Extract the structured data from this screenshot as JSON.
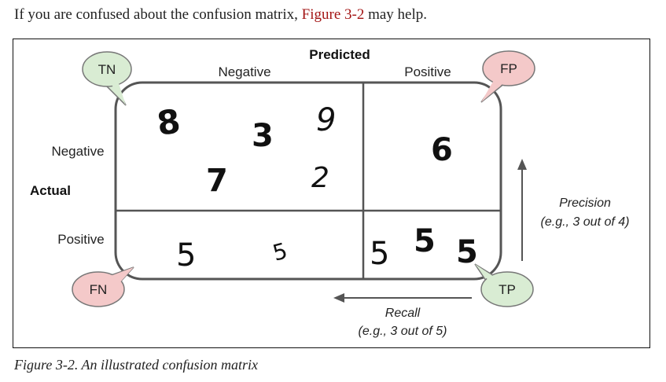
{
  "intro": {
    "before": "If you are confused about the confusion matrix, ",
    "link": "Figure 3-2",
    "after": " may help."
  },
  "figure": {
    "predicted_label": "Predicted",
    "actual_label": "Actual",
    "col_negative": "Negative",
    "col_positive": "Positive",
    "row_negative": "Negative",
    "row_positive": "Positive",
    "bubbles": {
      "tn": "TN",
      "fp": "FP",
      "fn": "FN",
      "tp": "TP"
    },
    "precision_label": "Precision",
    "precision_example": "(e.g., 3 out of 4)",
    "recall_label": "Recall",
    "recall_example": "(e.g., 3 out of 5)",
    "digits": {
      "tn": [
        "8",
        "3",
        "9",
        "7",
        "2"
      ],
      "fp": [
        "6"
      ],
      "fn": [
        "5",
        "5"
      ],
      "tp": [
        "5",
        "5",
        "5"
      ]
    },
    "colors": {
      "tn_fp_bubble": "#d9ecd3",
      "fn_bubble": "#f4c9c9",
      "tp_bubble": "#d9ecd3",
      "grid": "#555555",
      "arrow": "#555555"
    }
  },
  "caption": "Figure 3-2. An illustrated confusion matrix"
}
